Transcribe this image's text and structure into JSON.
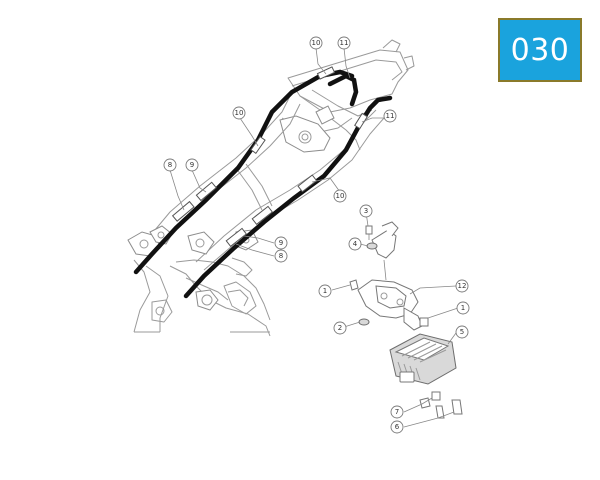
{
  "badge": {
    "label": "030"
  },
  "callouts": [
    {
      "id": "c10a",
      "label": "10"
    },
    {
      "id": "c11a",
      "label": "11"
    },
    {
      "id": "c10b",
      "label": "10"
    },
    {
      "id": "c11b",
      "label": "11"
    },
    {
      "id": "c8a",
      "label": "8"
    },
    {
      "id": "c9a",
      "label": "9"
    },
    {
      "id": "c10c",
      "label": "10"
    },
    {
      "id": "c9b",
      "label": "9"
    },
    {
      "id": "c8b",
      "label": "8"
    },
    {
      "id": "c3",
      "label": "3"
    },
    {
      "id": "c4",
      "label": "4"
    },
    {
      "id": "c12",
      "label": "12"
    },
    {
      "id": "c1a",
      "label": "1"
    },
    {
      "id": "c1b",
      "label": "1"
    },
    {
      "id": "c2",
      "label": "2"
    },
    {
      "id": "c5",
      "label": "5"
    },
    {
      "id": "c7",
      "label": "7"
    },
    {
      "id": "c6",
      "label": "6"
    }
  ]
}
